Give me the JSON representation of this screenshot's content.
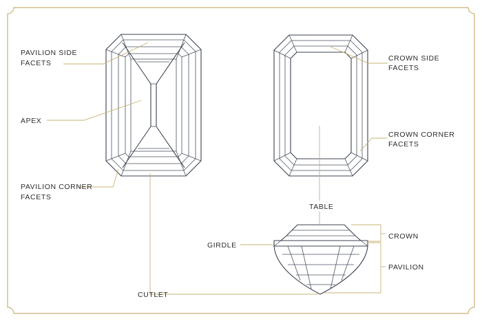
{
  "labels": {
    "pavilion_side_1": "PAVILION SIDE",
    "pavilion_side_2": "FACETS",
    "apex": "APEX",
    "pavilion_corner_1": "PAVILION CORNER",
    "pavilion_corner_2": "FACETS",
    "crown_side_1": "CROWN SIDE",
    "crown_side_2": "FACETS",
    "crown_corner_1": "CROWN CORNER",
    "crown_corner_2": "FACETS",
    "table": "TABLE",
    "girdle": "GIRDLE",
    "crown": "CROWN",
    "pavilion": "PAVILION",
    "cutlet": "CUTLET"
  },
  "colors": {
    "frame": "#c9b273",
    "leader": "#c9b273",
    "gem_stroke": "#3a4250",
    "text": "#2b2b2b"
  }
}
